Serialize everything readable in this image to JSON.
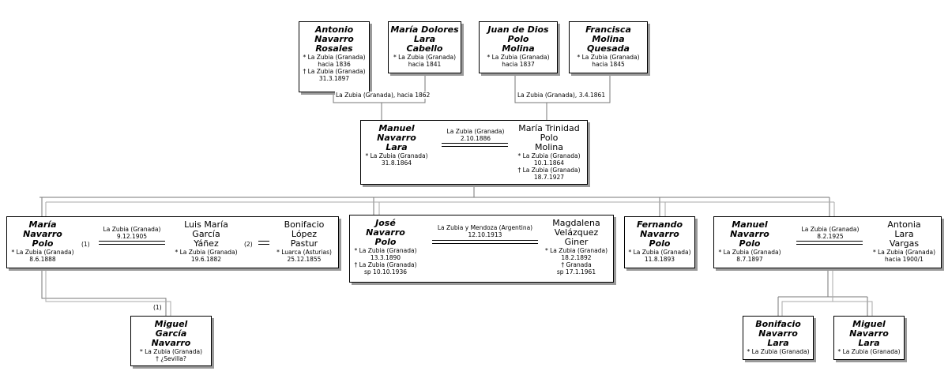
{
  "grandparents": {
    "antonio": {
      "name": "Antonio\nNavarro\nRosales",
      "details": "* La Zubia (Granada)\nhacia 1836\n† La Zubia (Granada)\n31.3.1897"
    },
    "maria_dolores": {
      "name": "María Dolores\nLara\nCabello",
      "details": "* La Zubia (Granada)\nhacia 1841"
    },
    "juan_de_dios": {
      "name": "Juan de Dios\nPolo\nMolina",
      "details": "* La Zubia (Granada)\nhacia 1837"
    },
    "francisca": {
      "name": "Francisca\nMolina\nQuesada",
      "details": "* La Zubia (Granada)\nhacia 1845"
    },
    "marriage_left": "La Zubia (Granada), hacia 1862",
    "marriage_right": "La Zubia (Granada), 3.4.1861"
  },
  "parents": {
    "manuel": {
      "name": "Manuel\nNavarro\nLara",
      "details": "* La Zubia (Granada)\n31.8.1864"
    },
    "marriage": "La Zubia (Granada)\n2.10.1886",
    "maria_trinidad": {
      "name": "María Trinidad\nPolo\nMolina",
      "details": "* La Zubia (Granada)\n10.1.1864\n† La Zubia (Granada)\n18.7.1927"
    }
  },
  "children": {
    "maria": {
      "name": "María\nNavarro\nPolo",
      "details": "* La Zubia (Granada)\n8.6.1888"
    },
    "maria_marriage1": "La Zubia (Granada)\n9.12.1905",
    "marker1": "(1)",
    "luis": {
      "name": "Luis María\nGarcía\nYáñez",
      "details": "* La Zubia (Granada)\n19.6.1882"
    },
    "marker2": "(2)",
    "bonifacio_lopez": {
      "name": "Bonifacio\nLópez\nPastur",
      "details": "* Luarca (Asturias)\n25.12.1855"
    },
    "jose": {
      "name": "José\nNavarro\nPolo",
      "details": "* La Zubia (Granada)\n13.3.1890\n† La Zubia (Granada)\nsp 10.10.1936"
    },
    "jose_marriage": "La Zubia y Mendoza (Argentina)\n12.10.1913",
    "magdalena": {
      "name": "Magdalena\nVelázquez\nGiner",
      "details": "* La Zubia (Granada)\n18.2.1892\n† Granada\nsp 17.1.1961"
    },
    "fernando": {
      "name": "Fernando\nNavarro\nPolo",
      "details": "* La Zubia (Granada)\n11.8.1893"
    },
    "manuel_jr": {
      "name": "Manuel\nNavarro\nPolo",
      "details": "* La Zubia (Granada)\n8.7.1897"
    },
    "manuel_marriage": "La Zubia (Granada)\n8.2.1925",
    "antonia": {
      "name": "Antonia\nLara\nVargas",
      "details": "* La Zubia (Granada)\nhacia 1900/1"
    }
  },
  "grandchildren": {
    "marker_child": "(1)",
    "miguel_garcia": {
      "name": "Miguel\nGarcía\nNavarro",
      "details": "* La Zubia (Granada)\n† ¿Sevilla?"
    },
    "bonifacio_navarro": {
      "name": "Bonifacio\nNavarro\nLara",
      "details": "* La Zubia (Granada)"
    },
    "miguel_navarro": {
      "name": "Miguel\nNavarro\nLara",
      "details": "* La Zubia (Granada)"
    }
  }
}
